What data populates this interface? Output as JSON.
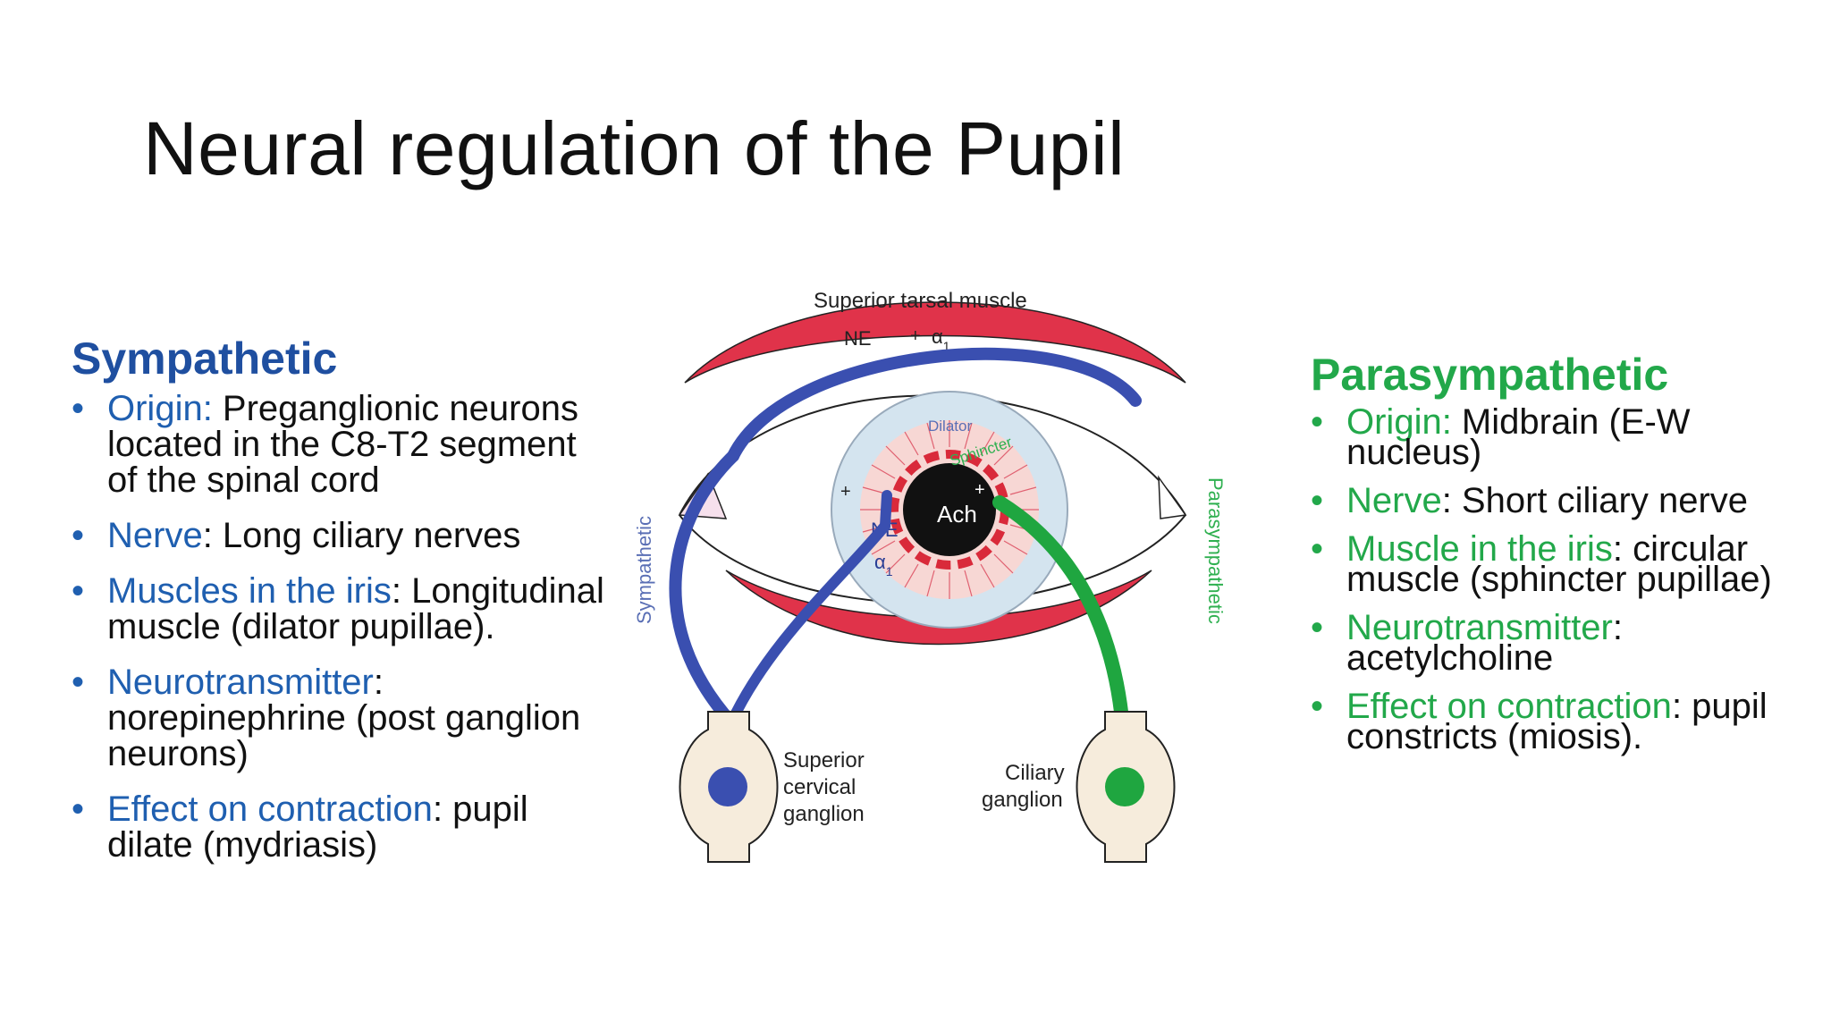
{
  "title": "Neural regulation of the Pupil",
  "sympathetic": {
    "heading": "Sympathetic",
    "items": [
      {
        "key": "Origin:",
        "text": " Preganglionic neurons located in the C8-T2 segment of the spinal cord"
      },
      {
        "key": "Nerve",
        "text": ": Long ciliary nerves"
      },
      {
        "key": "Muscles in the iris",
        "text": ": Longitudinal muscle (dilator pupillae)."
      },
      {
        "key": "Neurotransmitter",
        "text": ": norepinephrine (post ganglion neurons)"
      },
      {
        "key": "Effect on contraction",
        "text": ": pupil dilate (mydriasis)"
      }
    ]
  },
  "parasympathetic": {
    "heading": "Parasympathetic",
    "items": [
      {
        "key": "Origin:",
        "text": " Midbrain (E-W nucleus)"
      },
      {
        "key": "Nerve",
        "text": ": Short ciliary nerve"
      },
      {
        "key": "Muscle in the iris",
        "text": ": circular muscle (sphincter pupillae)"
      },
      {
        "key": "Neurotransmitter",
        "text": ": acetylcholine"
      },
      {
        "key": "Effect on contraction",
        "text": ": pupil constricts (miosis)."
      }
    ]
  },
  "diagram": {
    "superior_tarsal": "Superior tarsal muscle",
    "ne_top": "NE",
    "plus_top": "+",
    "alpha_top": "α",
    "alpha_sub": "1",
    "dilator": "Dilator",
    "sphincter": "Sphincter",
    "ach": "Ach",
    "plus_left": "+",
    "plus_right": "+",
    "ne_iris": "NE",
    "alpha_iris": "α",
    "sympathetic_label": "Sympathetic",
    "parasympathetic_label": "Parasympathetic",
    "superior_cervical_1": "Superior",
    "superior_cervical_2": "cervical",
    "superior_cervical_3": "ganglion",
    "ciliary_1": "Ciliary",
    "ciliary_2": "ganglion",
    "colors": {
      "sympathetic": "#3a4fb0",
      "parasympathetic": "#1fa640",
      "muscle": "#e0334a",
      "iris": "#c8dbe8"
    }
  }
}
